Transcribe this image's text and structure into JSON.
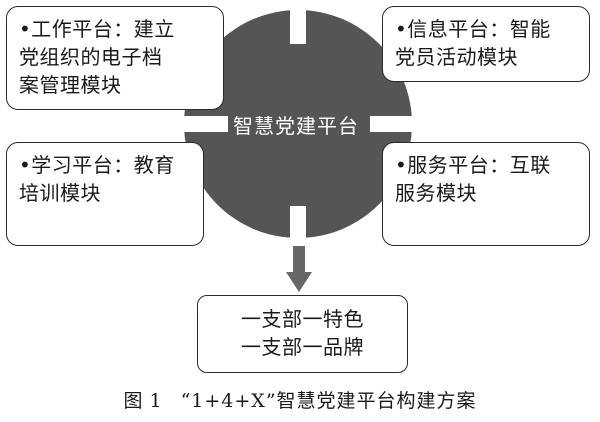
{
  "boxes": {
    "top_left": {
      "lines": [
        "•工作平台：建立",
        "党组织的电子档",
        "案管理模块"
      ]
    },
    "top_right": {
      "lines": [
        "•信息平台：智能",
        "党员活动模块"
      ]
    },
    "bottom_left": {
      "lines": [
        "•学习平台：教育",
        "培训模块"
      ]
    },
    "bottom_right": {
      "lines": [
        "•服务平台：互联",
        "服务模块"
      ]
    }
  },
  "center": {
    "label": "智慧党建平台",
    "color": "#555555"
  },
  "brand": {
    "lines": [
      "一支部一特色",
      "一支部一品牌"
    ]
  },
  "caption": {
    "prefix": "图",
    "number": "1",
    "title": "“1+4+X”智慧党建平台构建方案"
  }
}
